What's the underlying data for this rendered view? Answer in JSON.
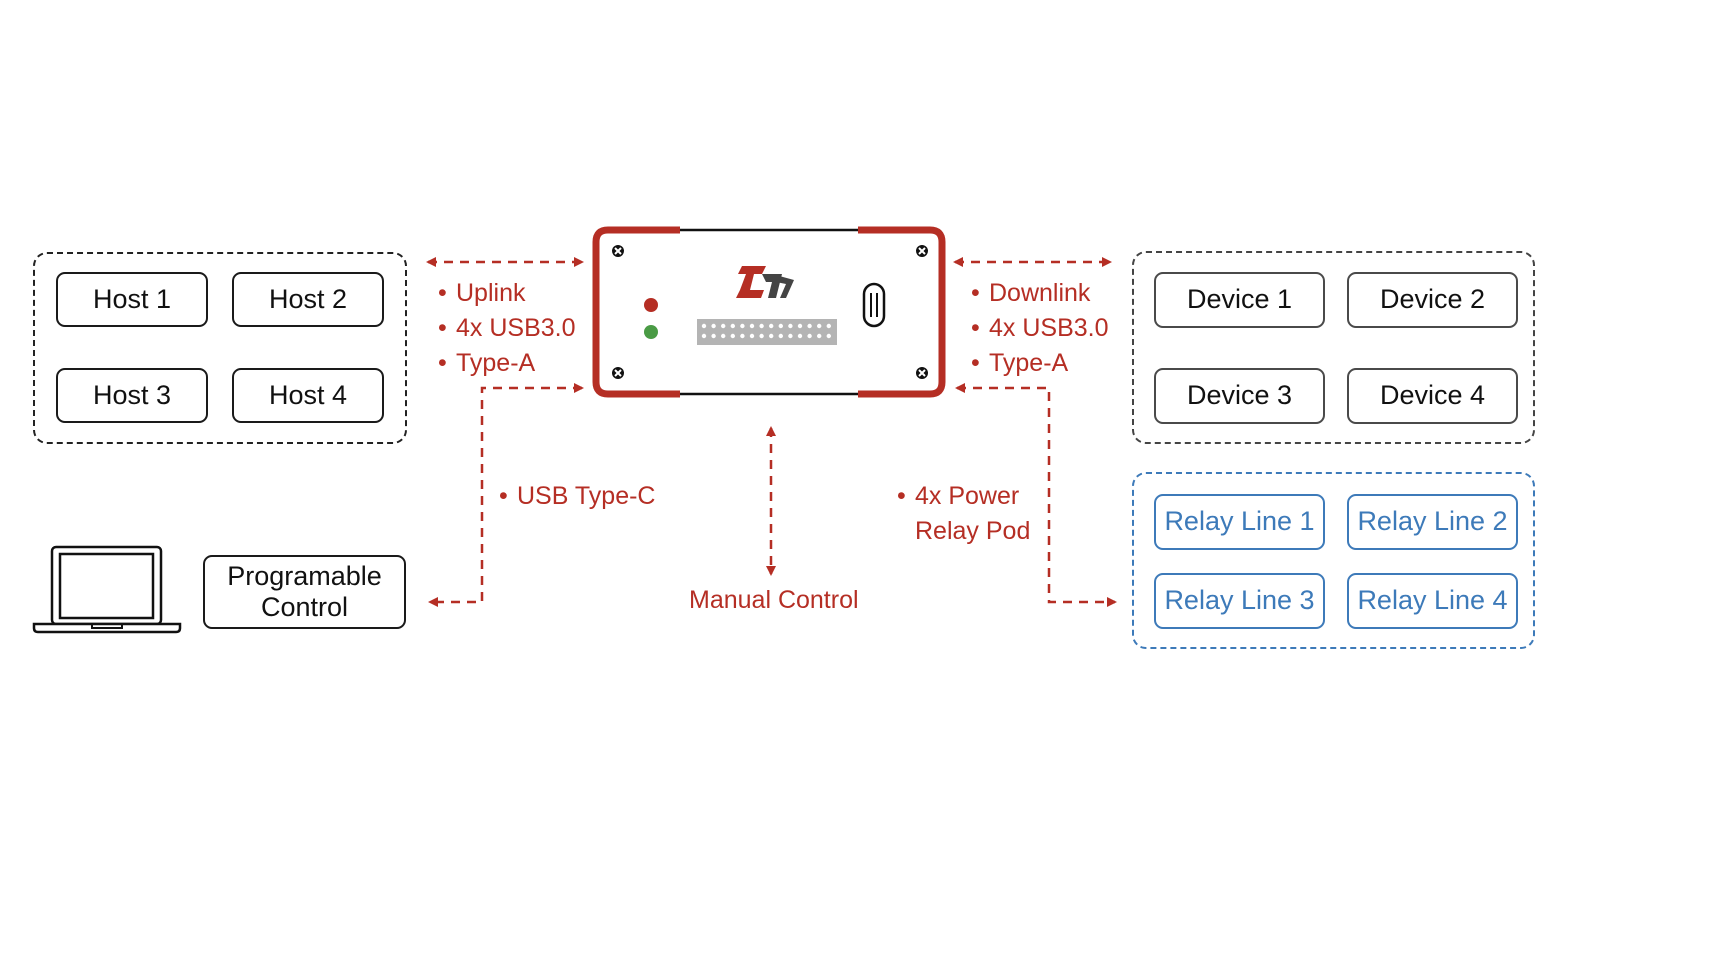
{
  "colors": {
    "accent_red": "#b52e24",
    "relay_blue": "#3d7ab9",
    "led_red": "#b52e24",
    "led_green": "#4a9b45",
    "header_gray": "#b4b4b4",
    "logo_dark": "#444444"
  },
  "hosts": {
    "items": [
      {
        "label": "Host 1"
      },
      {
        "label": "Host 2"
      },
      {
        "label": "Host 3"
      },
      {
        "label": "Host 4"
      }
    ]
  },
  "devices": {
    "items": [
      {
        "label": "Device 1"
      },
      {
        "label": "Device 2"
      },
      {
        "label": "Device 3"
      },
      {
        "label": "Device 4"
      }
    ]
  },
  "relays": {
    "items": [
      {
        "label": "Relay Line 1"
      },
      {
        "label": "Relay Line 2"
      },
      {
        "label": "Relay Line 3"
      },
      {
        "label": "Relay Line 4"
      }
    ]
  },
  "programmable": {
    "label_line1": "Programable",
    "label_line2": "Control",
    "icon": "laptop-icon"
  },
  "uplink": {
    "bullet": "•",
    "lines": [
      "Uplink",
      "4x USB3.0",
      "Type-A"
    ]
  },
  "downlink": {
    "bullet": "•",
    "lines": [
      "Downlink",
      "4x USB3.0",
      "Type-A"
    ]
  },
  "usb_c": {
    "bullet": "•",
    "label": "USB Type-C"
  },
  "relay_pod": {
    "bullet": "•",
    "line1": "4x Power",
    "line2": "Relay Pod"
  },
  "manual_control": {
    "label": "Manual Control"
  },
  "device_box": {
    "logo": "zh-logo-icon",
    "leds": [
      "red",
      "green"
    ],
    "header_pins": 28,
    "port": "usb-c-port-icon",
    "screws": 4
  }
}
